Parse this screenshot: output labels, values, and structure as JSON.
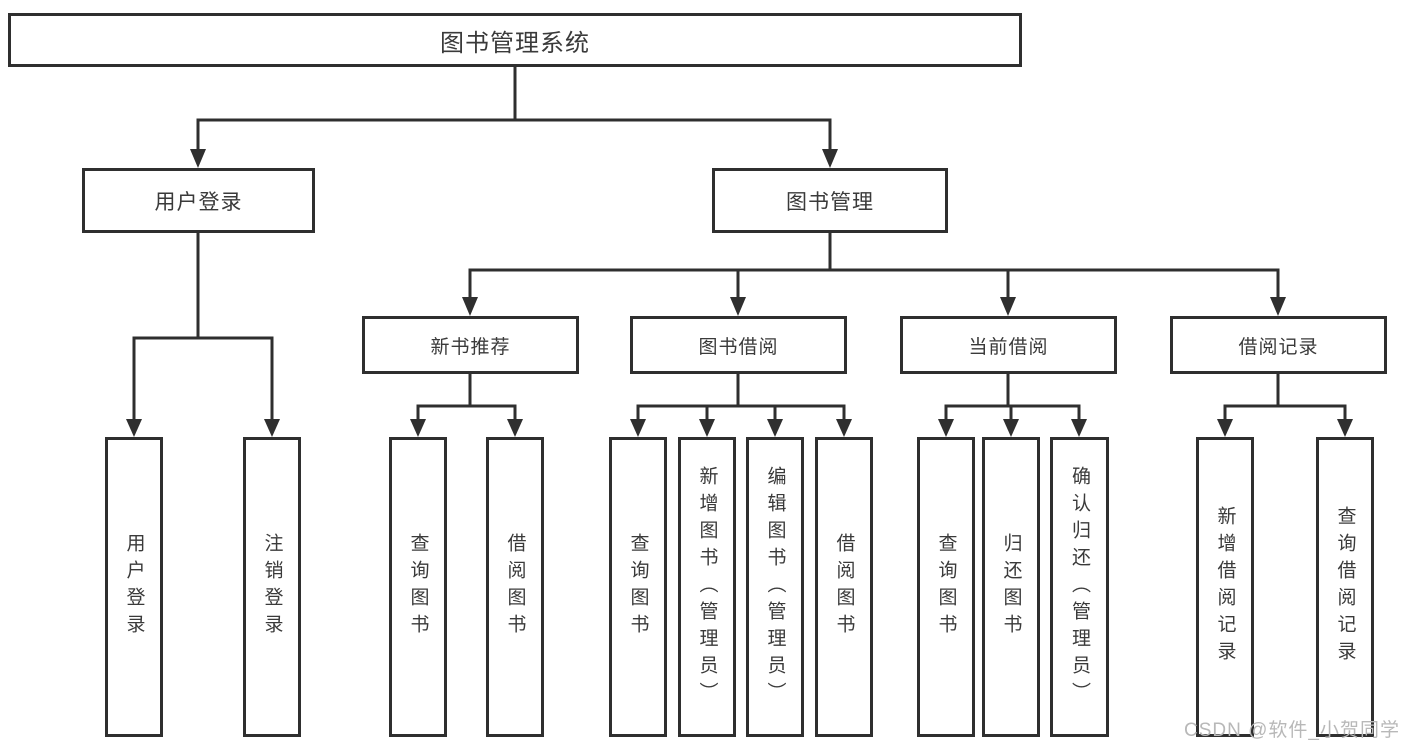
{
  "diagram": {
    "root": "图书管理系统",
    "level1": {
      "user": "用户登录",
      "mgmt": "图书管理"
    },
    "level2": {
      "newbook": "新书推荐",
      "borrow": "图书借阅",
      "current": "当前借阅",
      "records": "借阅记录"
    },
    "leaves": {
      "user": [
        "用户登录",
        "注销登录"
      ],
      "newbook": [
        "查询图书",
        "借阅图书"
      ],
      "borrow": [
        "查询图书",
        "新增图书（管理员）",
        "编辑图书（管理员）",
        "借阅图书"
      ],
      "current": [
        "查询图书",
        "归还图书",
        "确认归还（管理员）"
      ],
      "records": [
        "新增借阅记录",
        "查询借阅记录"
      ]
    }
  },
  "watermark": "CSDN @软件_小贺同学",
  "colors": {
    "line": "#2f2f2f",
    "text": "#3a3a3a",
    "wm": "#b8b8b8",
    "bg": "#ffffff"
  }
}
